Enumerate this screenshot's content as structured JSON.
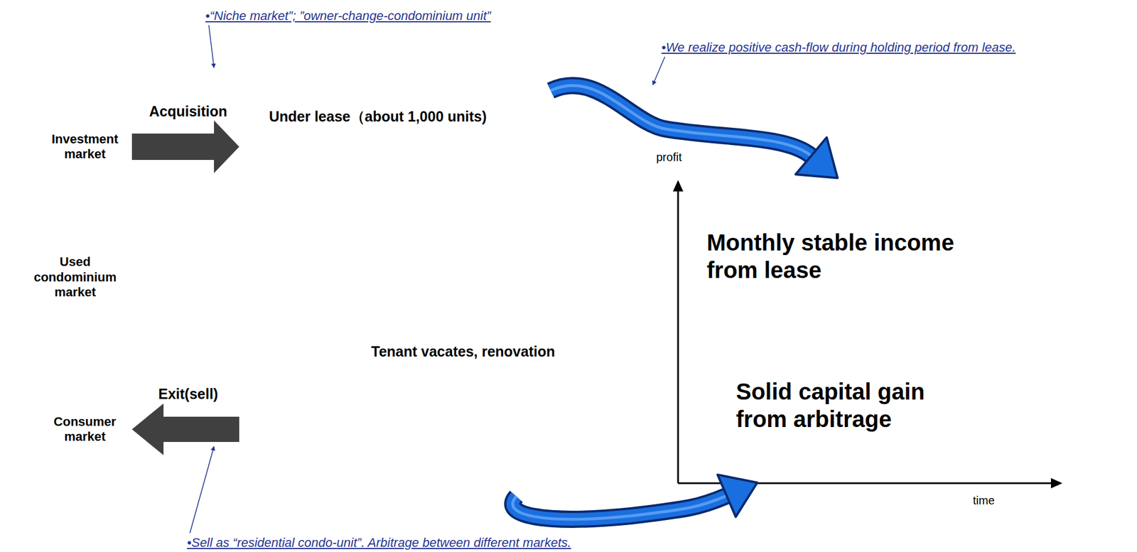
{
  "diagram": {
    "nodes": [
      {
        "text": [
          "Used condominium market"
        ]
      },
      {
        "text": [
          "Investment market"
        ],
        "in": 0
      },
      {
        "text": [
          "Consumer market"
        ],
        "in": 0
      },
      {
        "text": [
          "Tenant vacates, renovation"
        ]
      },
      {
        "text": [
          "Under lease（about 1,000 units)"
        ],
        "in": 3
      },
      {
        "text": [
          "Monthly stable income from lease"
        ]
      },
      {
        "text": [
          "Solid capital gain from arbitrage"
        ]
      }
    ],
    "edges": [
      {
        "from": 1,
        "to": 3,
        "label": "Acquisition",
        "arrow": "to"
      },
      {
        "from": 3,
        "to": 2,
        "label": "Exit(sell)",
        "arrow": "to"
      },
      {
        "from": 4,
        "to": 5,
        "arrow": "to"
      },
      {
        "from": 3,
        "to": 6,
        "arrow": "to"
      }
    ],
    "labels": [
      "•“Niche market”; ”owner-change-condominium unit”",
      "•We realize positive cash-flow during holding period from lease.",
      "•Sell as “residential condo-unit”. Arbitrage between different markets.",
      "profit",
      "time"
    ]
  }
}
